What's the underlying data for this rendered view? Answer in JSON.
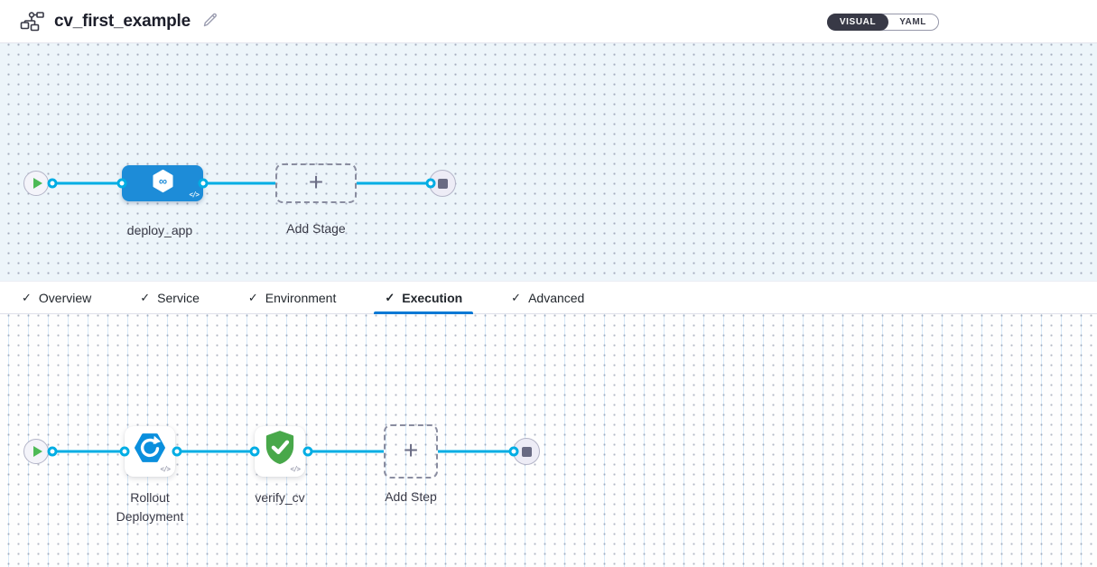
{
  "header": {
    "title": "cv_first_example",
    "view_toggle": {
      "visual_label": "VISUAL",
      "yaml_label": "YAML",
      "selected": "VISUAL"
    }
  },
  "icons": {
    "check": "✓",
    "plus": "+",
    "infinity": "∞",
    "code": "</>"
  },
  "stage_canvas": {
    "stages": [
      {
        "name": "deploy_app",
        "type": "cd-stage"
      }
    ],
    "add_stage_label": "Add Stage"
  },
  "tabs": {
    "active": "Execution",
    "items": [
      {
        "label": "Overview",
        "checked": true
      },
      {
        "label": "Service",
        "checked": true
      },
      {
        "label": "Environment",
        "checked": true
      },
      {
        "label": "Execution",
        "checked": true
      },
      {
        "label": "Advanced",
        "checked": true
      }
    ]
  },
  "execution_canvas": {
    "steps": [
      {
        "label": "Rollout Deployment",
        "type": "k8s-rollout"
      },
      {
        "label": "verify_cv",
        "type": "verify"
      }
    ],
    "add_step_label": "Add Step"
  },
  "colors": {
    "accent_blue": "#0278d5",
    "connector_blue": "#00ade4",
    "stage_blue": "#1d8cd8",
    "rollout_blue": "#0a8fdd",
    "success_green": "#48a84a",
    "toggle_dark": "#383946",
    "canvas_top_bg": "#edf5fa"
  }
}
